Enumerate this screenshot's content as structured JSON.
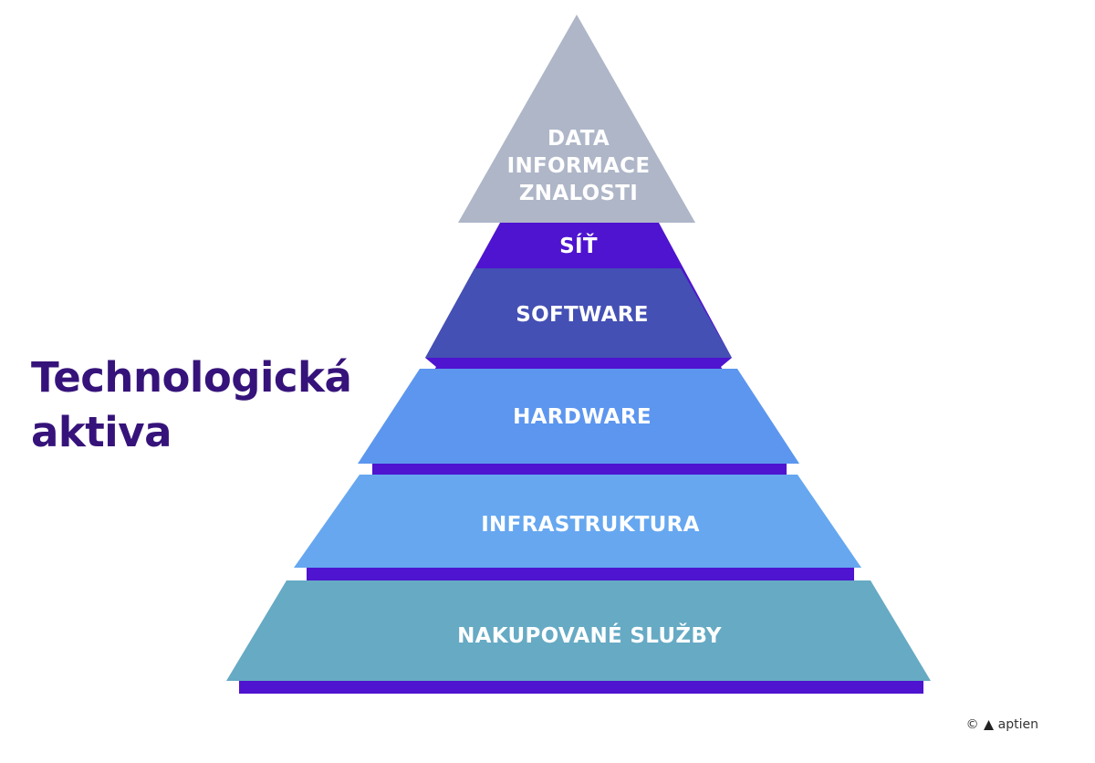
{
  "title": {
    "line1": "Technologická",
    "line2": "aktiva"
  },
  "layers": {
    "top": {
      "lines": [
        "DATA",
        "INFORMACE",
        "ZNALOSTI"
      ],
      "color": "#aeb6c8"
    },
    "sit": {
      "label": "SÍŤ",
      "color": "#4e14cf"
    },
    "software": {
      "label": "SOFTWARE",
      "color": "#4450b4"
    },
    "hardware": {
      "label": "HARDWARE",
      "color": "#5c96ef"
    },
    "infrastruktura": {
      "label": "INFRASTRUKTURA",
      "color": "#66a7f0"
    },
    "nakupovane": {
      "label": "NAKUPOVANÉ SLUŽBY",
      "color": "#66aac4"
    }
  },
  "gap_color": "#4e14cf",
  "title_color": "#36137a",
  "brand": {
    "copyright": "©",
    "name": "aptien",
    "logo_icon": "aptien-logo-icon"
  }
}
